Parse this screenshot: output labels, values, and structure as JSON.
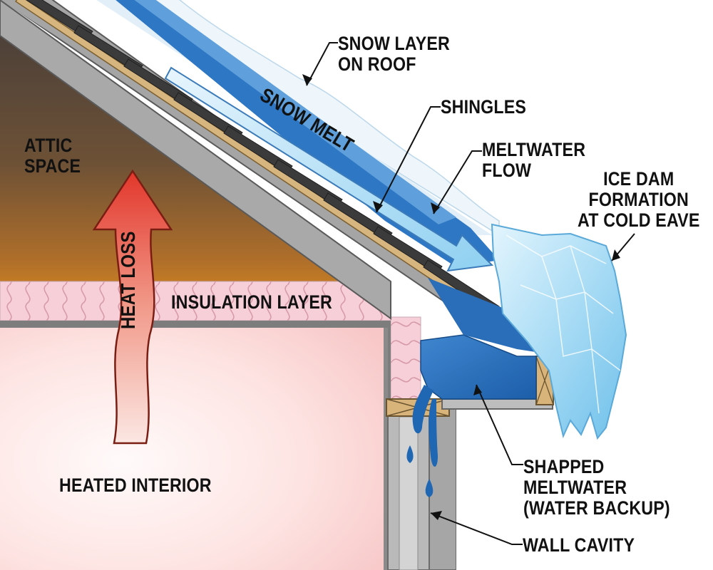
{
  "labels": {
    "attic_space": [
      "ATTIC",
      "SPACE"
    ],
    "insulation_layer": "INSULATION LAYER",
    "heated_interior": "HEATED INTERIOR",
    "heat_loss": "HEAT LOSS",
    "snow_melt": "SNOW MELT",
    "snow_layer": [
      "SNOW LAYER",
      "ON ROOF"
    ],
    "shingles": "SHINGLES",
    "meltwater_flow": [
      "MELTWATER",
      "FLOW"
    ],
    "ice_dam": [
      "ICE DAM",
      "FORMATION",
      "AT COLD EAVE"
    ],
    "trapped_meltwater": [
      "SHAPPED",
      "MELTWATER",
      "(WATER BACKUP)"
    ],
    "wall_cavity": "WALL CAVITY"
  },
  "colors": {
    "attic_top": "#4f4238",
    "attic_bottom": "#d98a1e",
    "insulation": "#f6cfd9",
    "interior": "#fde8e7",
    "roof_deck": "#a2a2a2",
    "sheathing": "#d7b57e",
    "shingles": "#3a3a3a",
    "snow": "#eef6fc",
    "meltwater": "#1f66b3",
    "ice": "#b9e4f7",
    "heat_arrow": "#e43b2b"
  }
}
